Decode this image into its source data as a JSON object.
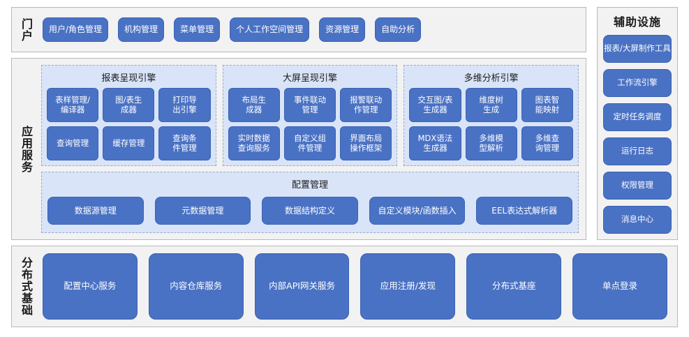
{
  "theme": {
    "accent_blue": "#4a72c4",
    "accent_blue_border": "#3a62b4",
    "panel_bg": "#d9e4f8",
    "band_bg": "#f2f2f2",
    "band_border": "#b9b9b9",
    "dashed_border": "#9aabc8",
    "text_on_accent": "#ffffff",
    "text_dark": "#1a1a1a"
  },
  "portal": {
    "label": "门户",
    "items": [
      {
        "label": "用户/角色管理"
      },
      {
        "label": "机构管理"
      },
      {
        "label": "菜单管理"
      },
      {
        "label": "个人工作空间管理"
      },
      {
        "label": "资源管理"
      },
      {
        "label": "自助分析"
      }
    ]
  },
  "aux": {
    "title": "辅助设施",
    "items": [
      {
        "label": "报表/大屏制作工具"
      },
      {
        "label": "工作流引擎"
      },
      {
        "label": "定时任务调度"
      },
      {
        "label": "运行日志"
      },
      {
        "label": "权限管理"
      },
      {
        "label": "消息中心"
      }
    ]
  },
  "app_service": {
    "label": "应用服务",
    "engines": [
      {
        "title": "报表呈现引擎",
        "items": [
          {
            "label": "表样管理/\n编译器"
          },
          {
            "label": "图/表生\n成器"
          },
          {
            "label": "打印导\n出引擎"
          },
          {
            "label": "查询管理"
          },
          {
            "label": "缓存管理"
          },
          {
            "label": "查询条\n件管理"
          }
        ]
      },
      {
        "title": "大屏呈现引擎",
        "items": [
          {
            "label": "布局生\n成器"
          },
          {
            "label": "事件联动\n管理"
          },
          {
            "label": "报警联动\n作管理"
          },
          {
            "label": "实时数据\n查询服务"
          },
          {
            "label": "自定义组\n件管理"
          },
          {
            "label": "界面布局\n操作框架"
          }
        ]
      },
      {
        "title": "多维分析引擎",
        "items": [
          {
            "label": "交互图/表\n生成器"
          },
          {
            "label": "维度树\n生成"
          },
          {
            "label": "图表智\n能映射"
          },
          {
            "label": "MDX语法\n生成器"
          },
          {
            "label": "多维模\n型解析"
          },
          {
            "label": "多维查\n询管理"
          }
        ]
      }
    ],
    "config": {
      "title": "配置管理",
      "items": [
        {
          "label": "数据源管理"
        },
        {
          "label": "元数据管理"
        },
        {
          "label": "数据结构定义"
        },
        {
          "label": "自定义模块/函数插入"
        },
        {
          "label": "EEL表达式解析器"
        }
      ]
    }
  },
  "base": {
    "label": "分布式基础",
    "items": [
      {
        "label": "配置中心服务"
      },
      {
        "label": "内容仓库服务"
      },
      {
        "label": "内部API网关服务"
      },
      {
        "label": "应用注册/发现"
      },
      {
        "label": "分布式基座"
      },
      {
        "label": "单点登录"
      }
    ]
  }
}
